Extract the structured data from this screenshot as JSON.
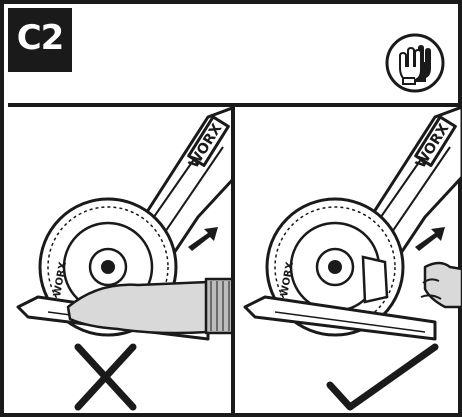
{
  "header": {
    "step_label": "C2",
    "ppe_icon": "protective-gloves-icon"
  },
  "panels": [
    {
      "verdict_icon": "cross-mark-icon",
      "verdict": "incorrect",
      "saw_brand": "WORX",
      "blade_brand": "WORX"
    },
    {
      "verdict_icon": "check-mark-icon",
      "verdict": "correct",
      "saw_brand": "WORX",
      "blade_brand": "WORX"
    }
  ],
  "colors": {
    "ink": "#1a1a1a",
    "paper": "#ffffff",
    "shade": "#bdbdbd"
  }
}
